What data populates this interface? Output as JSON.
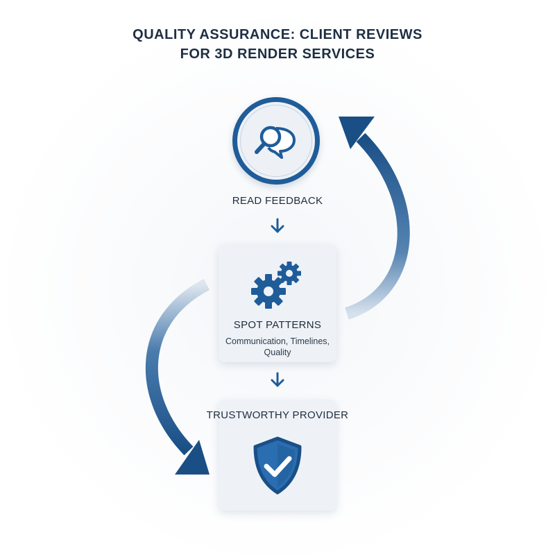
{
  "title": {
    "line1": "QUALITY ASSURANCE: CLIENT REVIEWS",
    "line2": "FOR 3D RENDER SERVICES"
  },
  "steps": [
    {
      "label": "READ FEEDBACK",
      "icon": "magnifier-chat-icon"
    },
    {
      "label": "SPOT PATTERNS",
      "sublabel": "Communication, Timelines, Quality",
      "icon": "gears-icon"
    },
    {
      "label": "TRUSTWORTHY PROVIDER",
      "icon": "shield-check-icon"
    }
  ],
  "colors": {
    "accent": "#1f5c99",
    "accent_dark": "#1a4f86",
    "card_bg": "#eef2f7",
    "text": "#1f2d3d"
  }
}
